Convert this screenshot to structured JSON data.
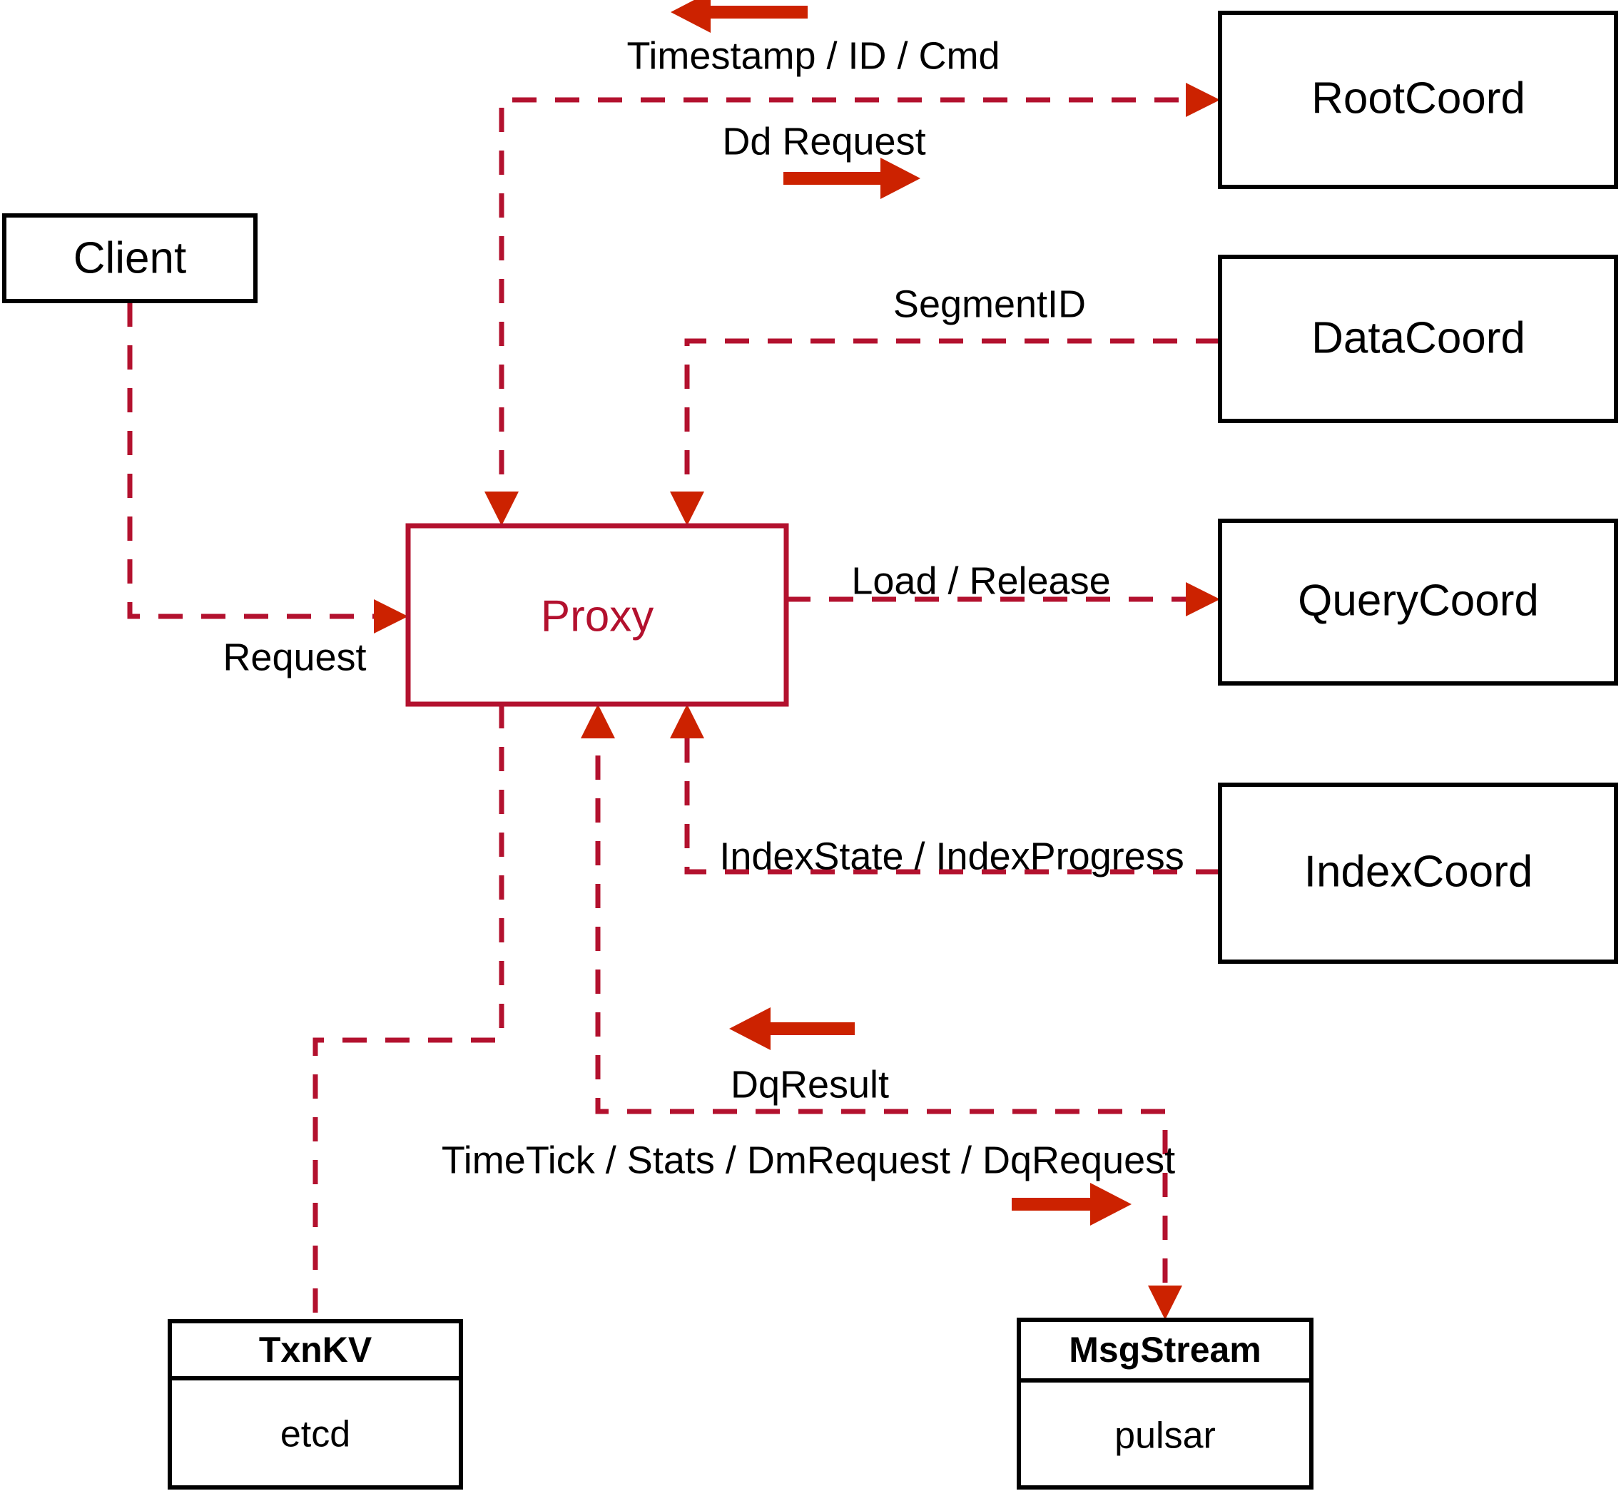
{
  "diagram": {
    "title": "Milvus Proxy component interaction diagram",
    "accent_color": "#b3112e",
    "arrow_color": "#cc2200",
    "node_border_color": "#000000",
    "nodes": {
      "client": {
        "label": "Client"
      },
      "proxy": {
        "label": "Proxy"
      },
      "root_coord": {
        "label": "RootCoord"
      },
      "data_coord": {
        "label": "DataCoord"
      },
      "query_coord": {
        "label": "QueryCoord"
      },
      "index_coord": {
        "label": "IndexCoord"
      },
      "txn_kv": {
        "label": "TxnKV",
        "impl": "etcd"
      },
      "msg_stream": {
        "label": "MsgStream",
        "impl": "pulsar"
      }
    },
    "edge_labels": {
      "timestamp_id_cmd": "Timestamp / ID / Cmd",
      "dd_request": "Dd Request",
      "segment_id": "SegmentID",
      "request": "Request",
      "load_release": "Load / Release",
      "index_state_progress": "IndexState / IndexProgress",
      "dq_result": "DqResult",
      "timetick_stats": "TimeTick / Stats / DmRequest / DqRequest"
    }
  }
}
